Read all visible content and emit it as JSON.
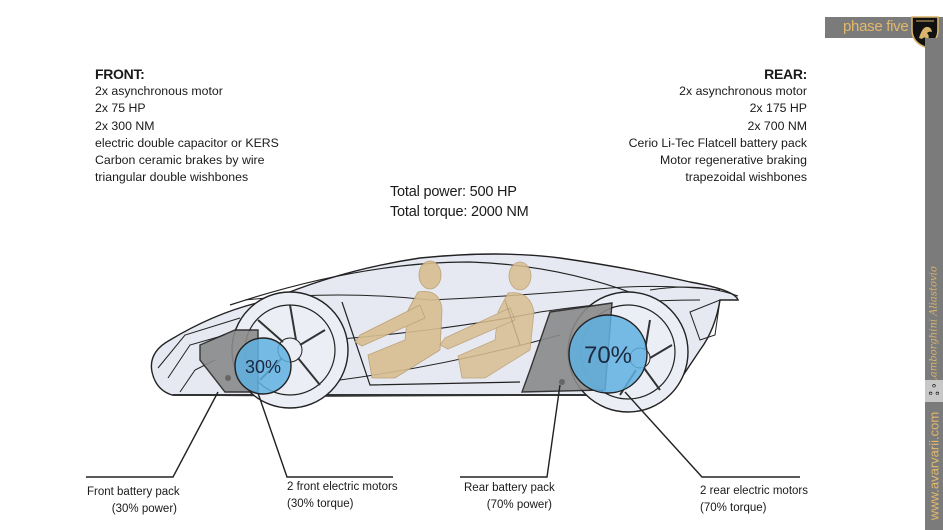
{
  "header": {
    "title": "phase five",
    "brand_color": "#e3b96a",
    "bar_color": "#7b7b7b"
  },
  "sidebar": {
    "script_text": "Lamborghini Aliastovio",
    "logo_glyph": "ஃ",
    "url": "www.avarvarii.com"
  },
  "front": {
    "heading": "FRONT:",
    "lines": [
      "2x asynchronous motor",
      "2x 75 HP",
      "2x 300 NM",
      "electric double capacitor or KERS",
      "Carbon ceramic brakes by wire",
      "triangular double wishbones"
    ]
  },
  "rear": {
    "heading": "REAR:",
    "lines": [
      "2x asynchronous motor",
      "2x 175 HP",
      "2x 700 NM",
      "Cerio Li-Tec Flatcell battery pack",
      "Motor regenerative braking",
      "trapezoidal wishbones"
    ]
  },
  "totals": {
    "power": "Total power: 500 HP",
    "torque": "Total torque: 2000 NM"
  },
  "diagram": {
    "front_share": "30%",
    "rear_share": "70%",
    "motor_color": "#5fb0e0",
    "battery_color": "#8a8a8a",
    "body_color": "#e6e8f2",
    "figure_color": "#d8be91"
  },
  "callouts": {
    "front_battery": {
      "title": "Front battery pack",
      "detail": "(30% power)"
    },
    "front_motors": {
      "title": "2 front electric motors",
      "detail": "(30% torque)"
    },
    "rear_battery": {
      "title": "Rear battery pack",
      "detail": "(70% power)"
    },
    "rear_motors": {
      "title": "2 rear electric motors",
      "detail": "(70% torque)"
    }
  }
}
